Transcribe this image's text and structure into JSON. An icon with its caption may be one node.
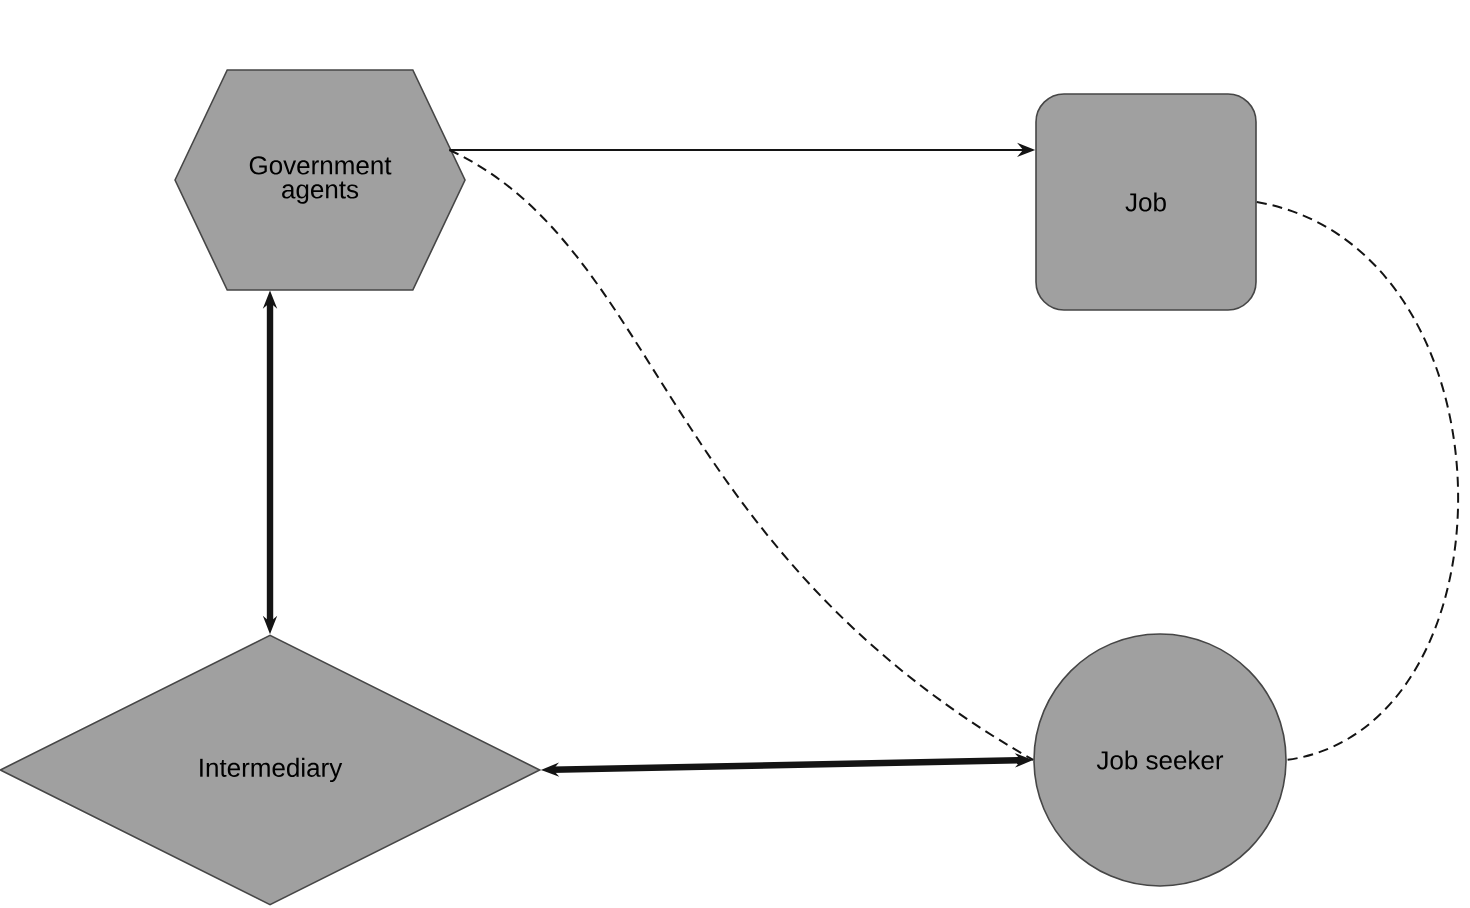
{
  "diagram": {
    "nodes": [
      {
        "text": [
          "Government agents"
        ]
      },
      {
        "text": [
          "Job"
        ]
      },
      {
        "text": [
          "Intermediary"
        ]
      },
      {
        "text": [
          "Job seeker"
        ]
      }
    ],
    "edges": [
      {
        "from": 0,
        "to": 1,
        "arrow": "to"
      },
      {
        "from": 0,
        "to": 3,
        "arrow": "none",
        "style": "dashed"
      },
      {
        "from": 1,
        "to": 3,
        "arrow": "none",
        "style": "dashed"
      },
      {
        "from": 0,
        "to": 2,
        "arrow": "both",
        "style": "thick"
      },
      {
        "from": 2,
        "to": 3,
        "arrow": "both",
        "style": "thick"
      }
    ]
  }
}
